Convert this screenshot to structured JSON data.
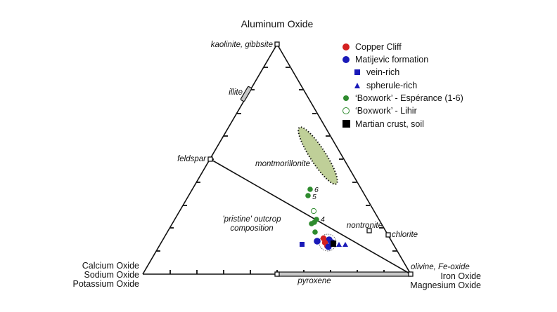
{
  "chart_data": {
    "type": "ternary",
    "title": "",
    "apices": {
      "top": "Aluminum Oxide",
      "bottom_left": [
        "Calcium Oxide",
        "Sodium Oxide",
        "Potassium Oxide"
      ],
      "bottom_right": [
        "Iron Oxide",
        "Magnesium Oxide"
      ]
    },
    "tick_marks_per_side": 9,
    "mineral_references": [
      {
        "name": "kaolinite, gibbsite",
        "marker": "open-square",
        "position": "top apex"
      },
      {
        "name": "illite",
        "marker": "gray-bar",
        "position": "left edge, ~75-85% Al oxide"
      },
      {
        "name": "feldspar",
        "marker": "open-square",
        "position": "left edge, ~50% Al oxide"
      },
      {
        "name": "montmorillonite",
        "marker": "dotted-ellipse-field",
        "position": "interior, ~48-65% Al oxide"
      },
      {
        "name": "nontronite",
        "marker": "open-square",
        "position": "interior, ~18% Al oxide"
      },
      {
        "name": "chlorite",
        "marker": "open-square",
        "position": "right edge, ~15% Al oxide"
      },
      {
        "name": "olivine, Fe-oxide",
        "marker": "open-square",
        "position": "bottom right apex"
      },
      {
        "name": "pyroxene",
        "marker": "gray-bar",
        "position": "bottom edge, 50-100% FeO+MgO"
      }
    ],
    "reference_line": {
      "from": "feldspar",
      "to": "olivine, Fe-oxide",
      "label": "'pristine' outcrop composition"
    },
    "series": [
      {
        "name": "Copper Cliff",
        "marker": "filled-circle",
        "color": "#d42020",
        "points_count": 3
      },
      {
        "name": "Matijevic formation",
        "marker": "filled-circle",
        "color": "#1a1ab8",
        "points_count": 5
      },
      {
        "name": "vein-rich",
        "marker": "filled-square",
        "color": "#1a1ab8",
        "points_count": 1
      },
      {
        "name": "spherule-rich",
        "marker": "filled-triangle",
        "color": "#1a1ab8",
        "points_count": 2
      },
      {
        "name": "'Boxwork' - Espérance (1-6)",
        "marker": "filled-circle",
        "color": "#2e8b2e",
        "points_count": 6,
        "labels": [
          "4",
          "5",
          "6"
        ]
      },
      {
        "name": "'Boxwork' - Lihir",
        "marker": "open-circle",
        "color": "#2e8b2e",
        "points_count": 1
      },
      {
        "name": "Martian crust, soil",
        "marker": "filled-square",
        "color": "#000000",
        "points_count": 1
      }
    ],
    "legend_position": "upper right"
  },
  "labels": {
    "top_apex": "Aluminum Oxide",
    "left_apex": [
      "Calcium Oxide",
      "Sodium Oxide",
      "Potassium Oxide"
    ],
    "right_apex": [
      "Iron Oxide",
      "Magnesium Oxide"
    ],
    "kaolinite": "kaolinite, gibbsite",
    "illite": "illite",
    "feldspar": "feldspar",
    "montmorillonite": "montmorillonite",
    "pristine_1": "'pristine' outcrop",
    "pristine_2": "composition",
    "nontronite": "nontronite",
    "chlorite": "chlorite",
    "olivine": "olivine, Fe-oxide",
    "pyroxene": "pyroxene",
    "pt6": "6",
    "pt5": "5",
    "pt4": "4"
  },
  "legend": {
    "items": [
      {
        "label": "Copper Cliff",
        "color": "#d42020"
      },
      {
        "label": "Matijevic formation",
        "color": "#1a1ab8"
      },
      {
        "label": "vein-rich",
        "color": "#1a1ab8"
      },
      {
        "label": "spherule-rich",
        "color": "#1a1ab8"
      },
      {
        "label": "‘Boxwork’ - Espérance (1-6)",
        "color": "#2e8b2e"
      },
      {
        "label": "‘Boxwork’ - Lihir",
        "color": "#2e8b2e"
      },
      {
        "label": "Martian crust, soil",
        "color": "#000000"
      }
    ]
  }
}
